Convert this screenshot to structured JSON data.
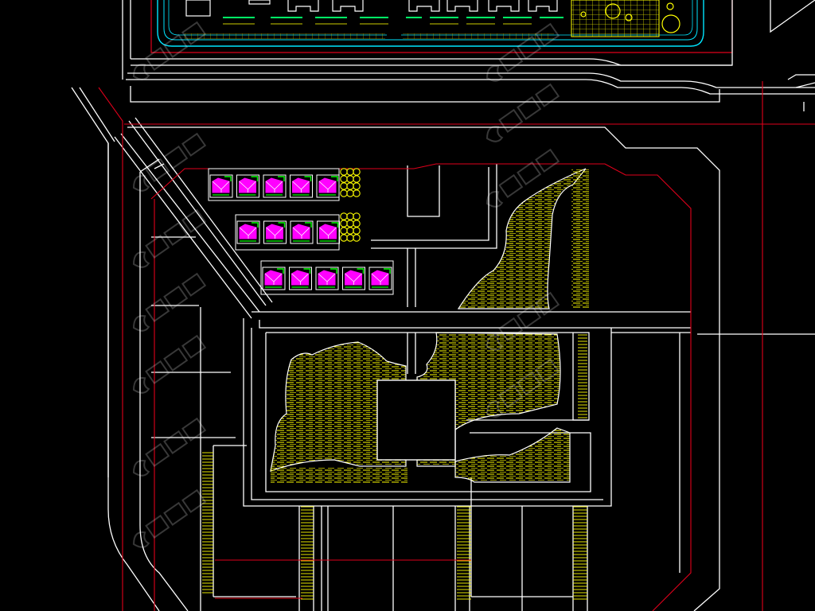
{
  "drawing": {
    "type": "CAD site plan",
    "background": "#000000",
    "colors": {
      "road_outline": "#ffffff",
      "property_line": "#e0001b",
      "upper_block_outline": "#00e5ff",
      "hatching": "#ffff00",
      "building_fill": "#ff00ff",
      "building_outline": "#00ff00",
      "tree_symbol": "#ffff00",
      "watermark": "#ffffff"
    },
    "building_rows": [
      {
        "count": 5
      },
      {
        "count": 4
      },
      {
        "count": 5
      }
    ],
    "tree_clusters": 2,
    "watermark_repeats": 12
  }
}
